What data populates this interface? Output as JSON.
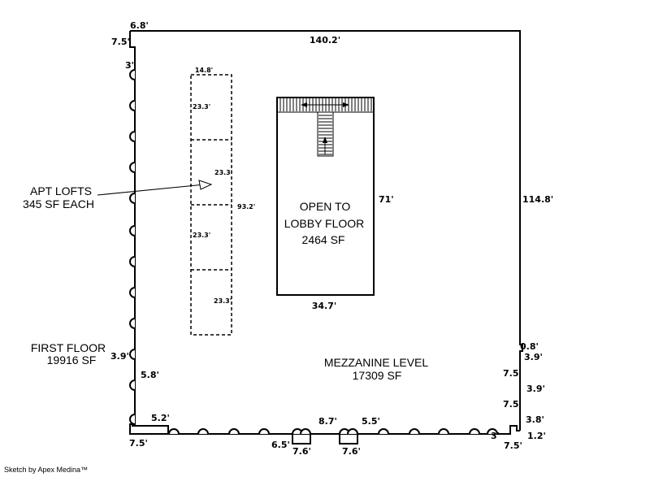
{
  "labels": {
    "apt_lofts": "APT LOFTS",
    "apt_lofts_sf": "345 SF EACH",
    "first_floor": "FIRST FLOOR",
    "first_floor_sf": "19916 SF",
    "mezzanine": "MEZZANINE LEVEL",
    "mezzanine_sf": "17309 SF",
    "open_to": "OPEN TO",
    "lobby_floor": "LOBBY FLOOR",
    "lobby_sf": "2464 SF"
  },
  "dims": {
    "top_left_corner": "6.8'",
    "left_top": "7.5'",
    "left_notch": "3'",
    "top": "140.2'",
    "right": "114.8'",
    "loft_width": "14.8'",
    "loft_1": "23.3'",
    "loft_2": "23.3'",
    "loft_3": "23.3'",
    "loft_4": "23.3'",
    "loft_total": "93.2'",
    "open_height": "71'",
    "open_width": "34.7'",
    "right_a": "0.8'",
    "right_b": "3.9'",
    "right_c": "7.5'",
    "right_d": "3.9'",
    "right_e": "7.5'",
    "right_f": "3.8'",
    "right_g": "1.2'",
    "right_h": "7.5'",
    "right_i": "3'",
    "left_a": "3.9'",
    "left_b": "5.8'",
    "bottom_left": "7.5'",
    "bottom_a": "5.2'",
    "bottom_b": "6.5'",
    "bottom_c": "7.6'",
    "bottom_d": "8.7'",
    "bottom_e": "7.6'",
    "bottom_f": "5.5'"
  },
  "credit": "Sketch by Apex Medina™"
}
